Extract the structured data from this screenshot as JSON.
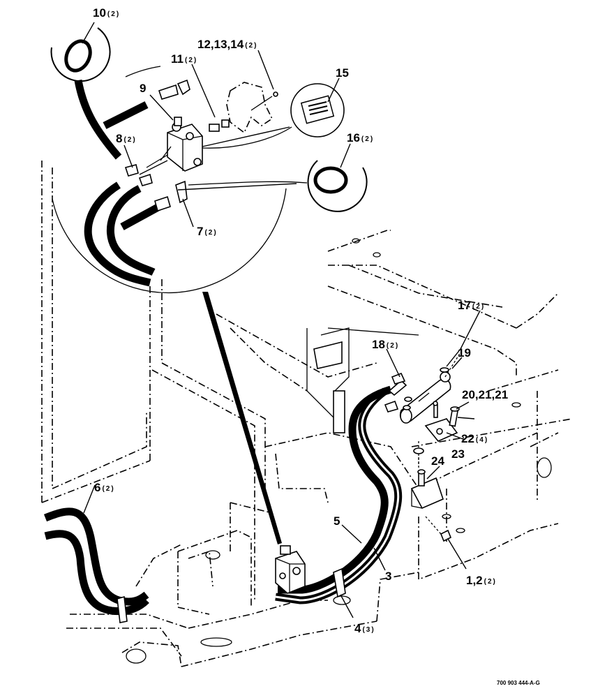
{
  "callouts": [
    {
      "id": "c10",
      "number": "10",
      "qty": "(2)"
    },
    {
      "id": "c12",
      "number": "12,13,14",
      "qty": "(2)"
    },
    {
      "id": "c11",
      "number": "11",
      "qty": "(2)"
    },
    {
      "id": "c15",
      "number": "15",
      "qty": ""
    },
    {
      "id": "c9",
      "number": "9",
      "qty": ""
    },
    {
      "id": "c8",
      "number": "8",
      "qty": "(2)"
    },
    {
      "id": "c16",
      "number": "16",
      "qty": "(2)"
    },
    {
      "id": "c7",
      "number": "7",
      "qty": "(2)"
    },
    {
      "id": "c17",
      "number": "17",
      "qty": "(2)"
    },
    {
      "id": "c18",
      "number": "18",
      "qty": "(2)"
    },
    {
      "id": "c19",
      "number": "19",
      "qty": ""
    },
    {
      "id": "c20",
      "number": "20,21,21",
      "qty": ""
    },
    {
      "id": "c22",
      "number": "22",
      "qty": "(4)"
    },
    {
      "id": "c23",
      "number": "23",
      "qty": ""
    },
    {
      "id": "c24",
      "number": "24",
      "qty": ""
    },
    {
      "id": "c6",
      "number": "6",
      "qty": "(2)"
    },
    {
      "id": "c5",
      "number": "5",
      "qty": ""
    },
    {
      "id": "c3",
      "number": "3",
      "qty": ""
    },
    {
      "id": "c1",
      "number": "1,2",
      "qty": "(2)"
    },
    {
      "id": "c4",
      "number": "4",
      "qty": "(3)"
    }
  ],
  "drawing_reference": "700 903 444-A-G"
}
